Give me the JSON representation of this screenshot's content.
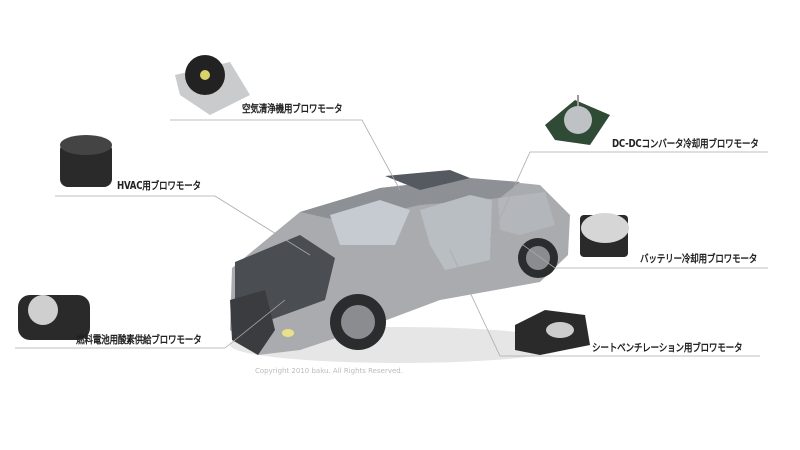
{
  "labels": {
    "air_purifier": "空気清浄機用ブロワモータ",
    "dcdc": "DC-DCコンバータ冷却用ブロワモータ",
    "hvac": "HVAC用ブロワモータ",
    "battery": "バッテリー冷却用ブロワモータ",
    "fuel_cell": "燃料電池用酸素供給ブロワモータ",
    "seat": "シートベンチレーション用ブロワモータ"
  },
  "copyright": "Copyright 2010 baku. All Rights Reserved.",
  "colors": {
    "line": "#aaaaaa",
    "car": "#9a9ca0",
    "motor": "#2a2a2a"
  }
}
